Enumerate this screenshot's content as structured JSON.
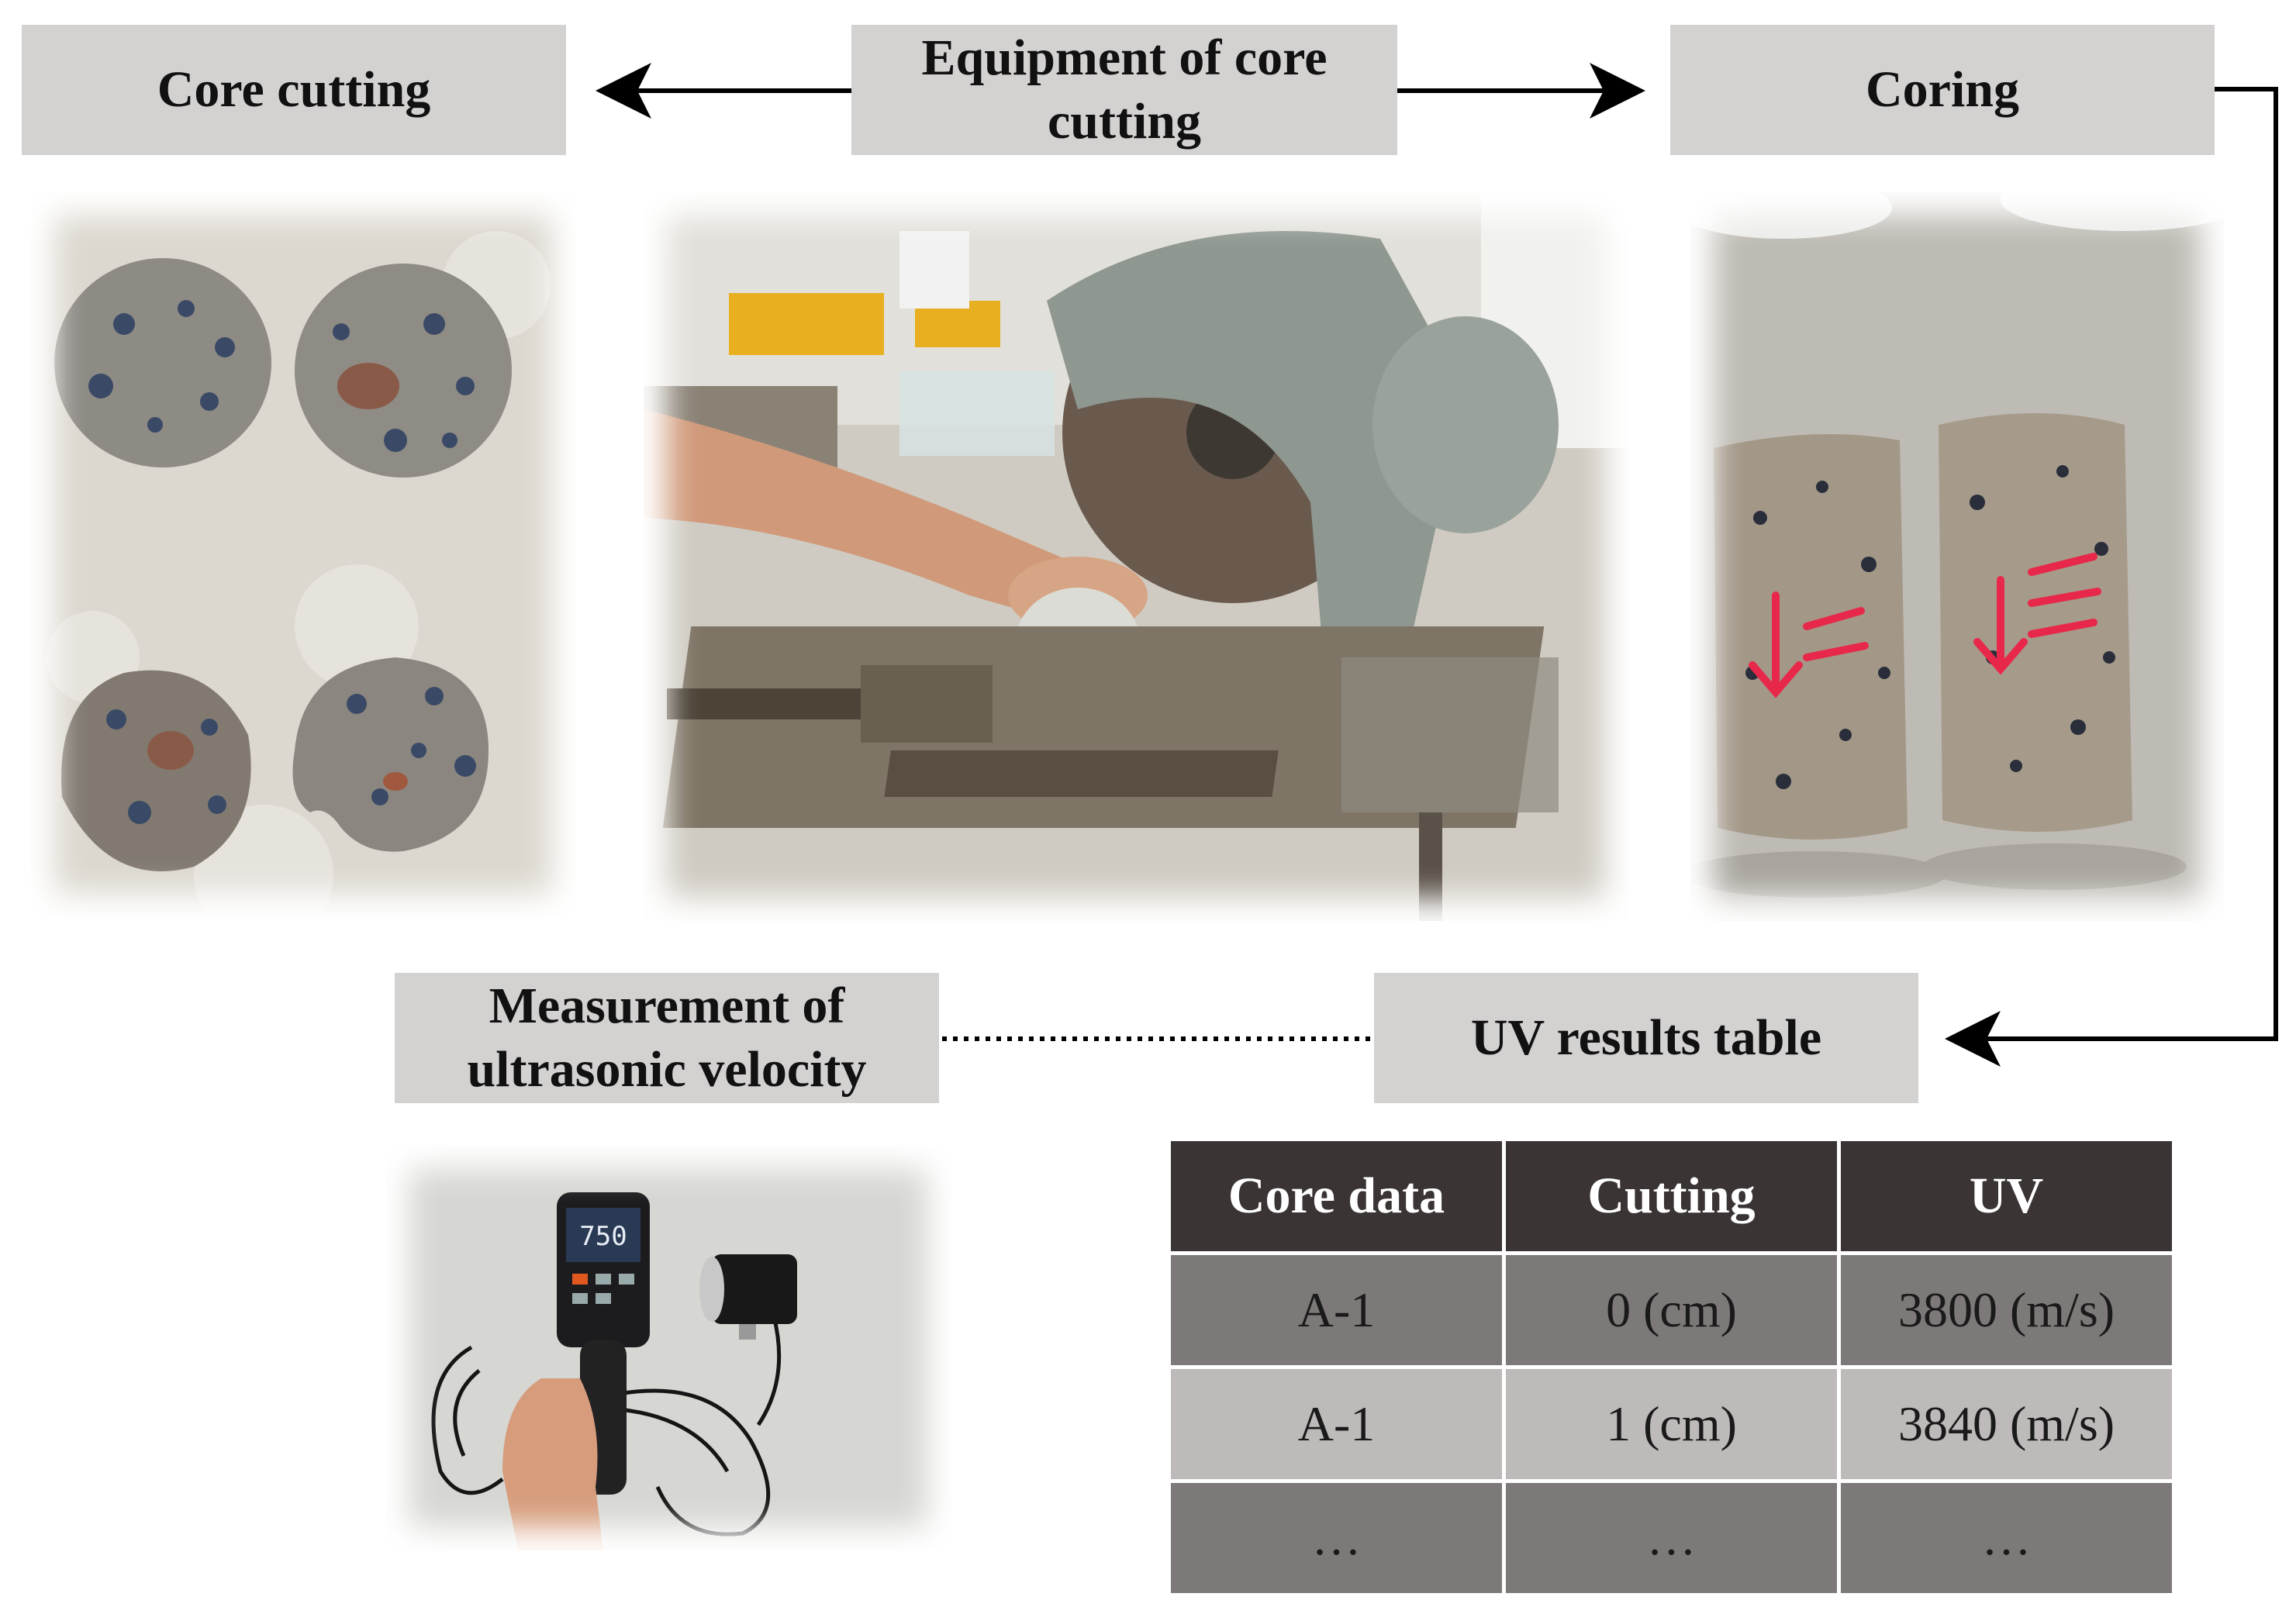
{
  "labels": {
    "core_cutting": "Core cutting",
    "equipment": "Equipment of core cutting",
    "coring": "Coring",
    "measurement": "Measurement of ultrasonic velocity",
    "uv_results": "UV results table"
  },
  "device_readout": "750",
  "table": {
    "headers": [
      "Core data",
      "Cutting",
      "UV"
    ],
    "rows": [
      [
        "A-1",
        "0 (cm)",
        "3800 (m/s)"
      ],
      [
        "A-1",
        "1 (cm)",
        "3840 (m/s)"
      ],
      [
        "…",
        "…",
        "…"
      ]
    ]
  },
  "colors": {
    "label_bg": "#d4d1d1",
    "table_header": "#3a3534",
    "row_dark": "#7d7978",
    "row_light": "#bdbab9"
  }
}
